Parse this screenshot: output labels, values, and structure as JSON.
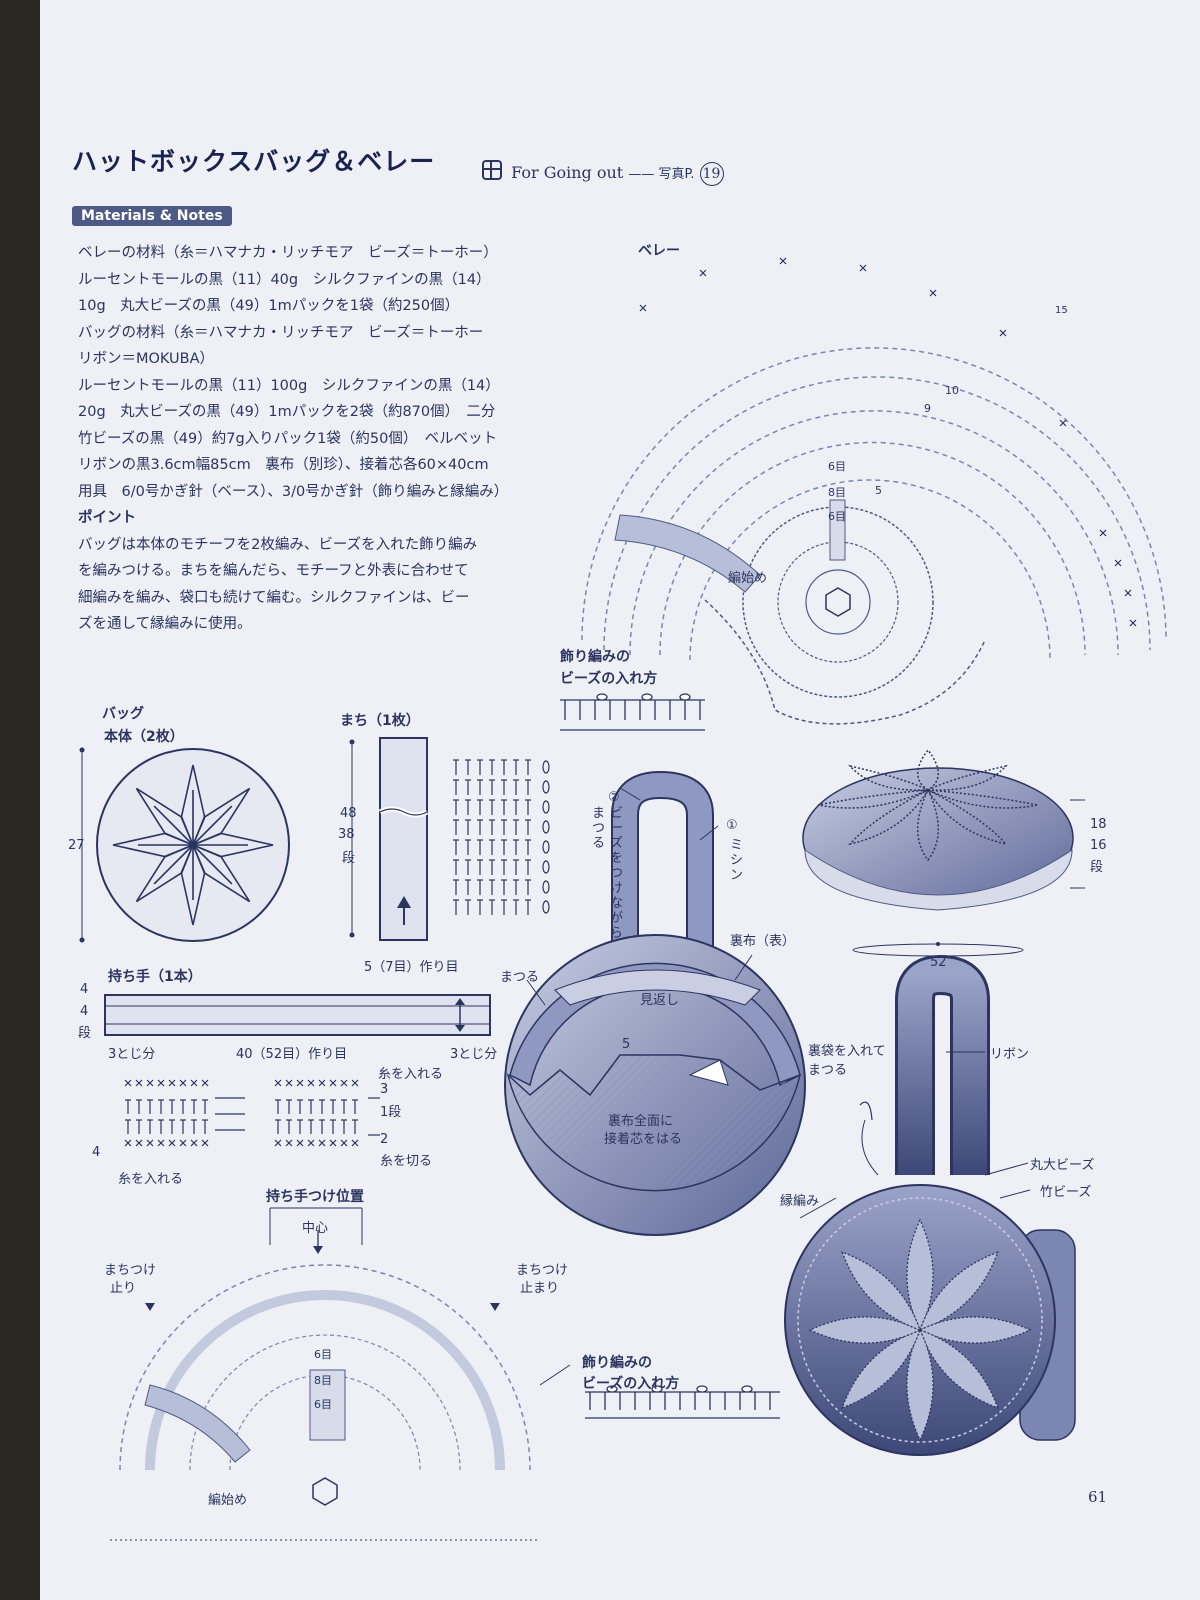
{
  "header": {
    "title": "ハットボックスバッグ＆ベレー",
    "category": "For Going out",
    "photo_ref_prefix": "—— 写真P.",
    "photo_ref_num": "19"
  },
  "notes": {
    "badge": "Materials & Notes",
    "lines": [
      "ベレーの材料（糸＝ハマナカ・リッチモア　ビーズ＝トーホー）",
      "ルーセントモールの黒（11）40g　シルクファインの黒（14）",
      "10g　丸大ビーズの黒（49）1mパックを1袋（約250個）",
      "バッグの材料（糸＝ハマナカ・リッチモア　ビーズ＝トーホー",
      "リボン＝MOKUBA）",
      "ルーセントモールの黒（11）100g　シルクファインの黒（14）",
      "20g　丸大ビーズの黒（49）1mパックを2袋（約870個）　二分",
      "竹ビーズの黒（49）約7g入りパック1袋（約50個）　ベルベット",
      "リボンの黒3.6cm幅85cm　裏布（別珍）、接着芯各60×40cm",
      "用具　6/0号かぎ針（ベース）、3/0号かぎ針（飾り編みと縁編み）",
      "ポイント",
      "バッグは本体のモチーフを2枚編み、ビーズを入れた飾り編み",
      "を編みつける。まちを編んだら、モチーフと外表に合わせて",
      "細編みを編み、袋口も続けて編む。シルクファインは、ビー",
      "ズを通して縁編みに使用。"
    ]
  },
  "beret": {
    "label": "ベレー",
    "start": "編始め",
    "row_labels": [
      "6目",
      "8目",
      "6目"
    ],
    "row_nums": [
      "5",
      "9",
      "10",
      "15"
    ],
    "bead_label_1": "飾り編みの",
    "bead_label_2": "ビーズの入れ方",
    "size_h": "18",
    "size_h_rows": "16",
    "size_h_unit": "段",
    "size_w": "52"
  },
  "bag": {
    "label": "バッグ",
    "body_label": "本体（2枚）",
    "body_dim": "27",
    "gusset_label": "まち（1枚）",
    "gusset_len": "48",
    "gusset_rows": "38",
    "gusset_rows_unit": "段",
    "gusset_start": "5（7目）作り目",
    "handle_label": "持ち手（1本）",
    "handle_w": "4",
    "handle_rows": "4",
    "handle_rows_unit": "段",
    "handle_start": "40（52目）作り目",
    "handle_left": "3とじ分",
    "handle_right": "3とじ分",
    "stitch_thread_in": "糸を入れる",
    "stitch_row3": "3",
    "stitch_row1": "1段",
    "stitch_row2": "2",
    "stitch_cut": "糸を切る",
    "stitch_row4": "4",
    "stitch_thread_in2": "糸を入れる",
    "handle_pos": "持ち手つけ位置",
    "center": "中心",
    "gusset_end_l_1": "まちつけ",
    "gusset_end_l_2": "止り",
    "gusset_end_r_1": "まちつけ",
    "gusset_end_r_2": "止まり",
    "bead_label_1": "飾り編みの",
    "bead_label_2": "ビーズの入れ方",
    "row_labels": [
      "6目",
      "8目",
      "6目"
    ],
    "start": "編始め"
  },
  "assembly": {
    "num2": "②",
    "bead_sew": "ビーズをつけながら",
    "matsuru": "まつる",
    "num1": "①",
    "sewing": "ミシン",
    "lining_face": "裏布（表）",
    "matsuru2": "まつる",
    "facing": "見返し",
    "five": "5",
    "lining_all_1": "裏布全面に",
    "lining_all_2": "接着芯をはる"
  },
  "finished": {
    "inner_bag_1": "裏袋を入れて",
    "inner_bag_2": "まつる",
    "ribbon": "リボン",
    "round_beads": "丸大ビーズ",
    "bamboo_beads": "竹ビーズ",
    "edging": "縁編み"
  },
  "page_number": "61"
}
